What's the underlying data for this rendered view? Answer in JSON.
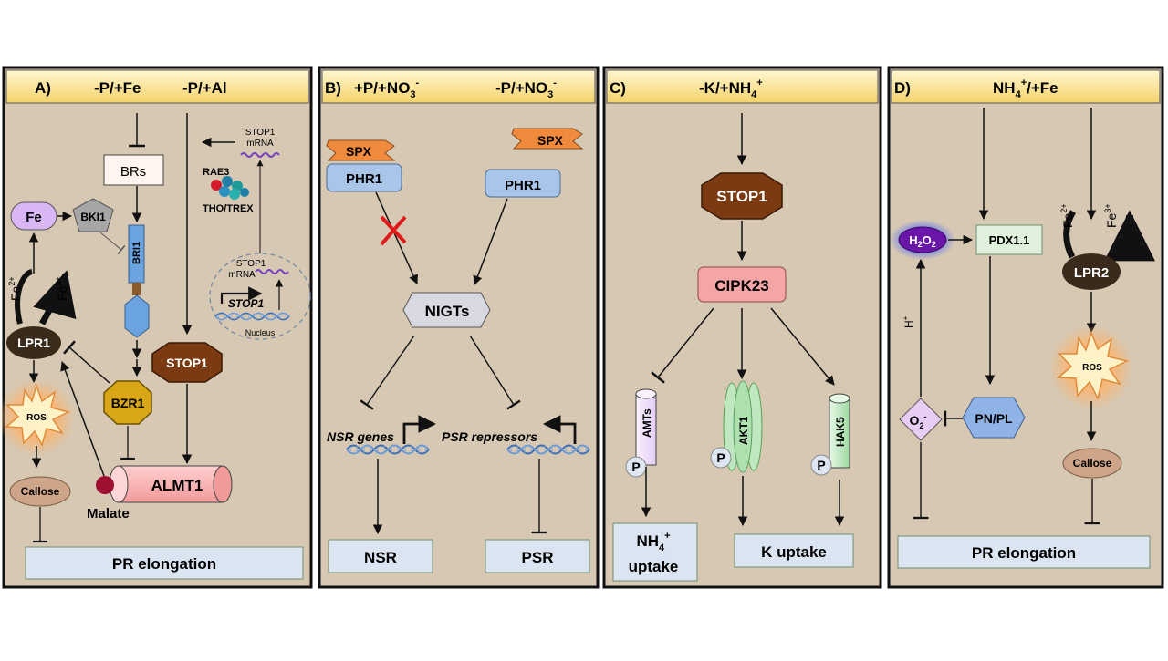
{
  "panel_a": {
    "letter": "A)",
    "cond1": "-P/+Fe",
    "cond2": "-P/+Al",
    "brs": "BRs",
    "fe": "Fe",
    "bki1": "BKI1",
    "bri1": "BRI1",
    "fe2": "Fe",
    "fe2_sup": "2+",
    "fe3": "Fe",
    "fe3_sup": "3+",
    "lpr1": "LPR1",
    "ros": "ROS",
    "callose": "Callose",
    "bzr1": "BZR1",
    "stop1": "STOP1",
    "almt1": "ALMT1",
    "malate": "Malate",
    "stop1_mrna_top_1": "STOP1",
    "stop1_mrna_top_2": "mRNA",
    "rae3": "RAE3",
    "tho_trex": "THO/TREX",
    "nucleus_mrna_1": "STOP1",
    "nucleus_mrna_2": "mRNA",
    "nucleus_gene": "STOP1",
    "nucleus": "Nucleus",
    "pr_elongation": "PR elongation"
  },
  "panel_b": {
    "letter": "B)",
    "cond1_main": "+P/+NO",
    "cond1_sub": "3",
    "cond1_sup": "-",
    "cond2_main": "-P/+NO",
    "cond2_sub": "3",
    "cond2_sup": "-",
    "spx_left": "SPX",
    "phr1_left": "PHR1",
    "spx_right": "SPX",
    "phr1_right": "PHR1",
    "nigts": "NIGTs",
    "nsr_genes": "NSR genes",
    "psr_repressors": "PSR repressors",
    "nsr": "NSR",
    "psr": "PSR"
  },
  "panel_c": {
    "letter": "C)",
    "cond_main": "-K/+NH",
    "cond_sub": "4",
    "cond_sup": "+",
    "stop1": "STOP1",
    "cipk23": "CIPK23",
    "amts": "AMTs",
    "akt1": "AKT1",
    "hak5": "HAK5",
    "p": "P",
    "nh4_uptake_main": "NH",
    "nh4_uptake_sub": "4",
    "nh4_uptake_sup": "+",
    "uptake_word": "uptake",
    "k_uptake": "K uptake"
  },
  "panel_d": {
    "letter": "D)",
    "cond_main": "NH",
    "cond_sub": "4",
    "cond_sup": "+",
    "cond_rest": "/+Fe",
    "h2o2_a": "H",
    "h2o2_sub1": "2",
    "h2o2_b": "O",
    "h2o2_sub2": "2",
    "pdx": "PDX1.1",
    "fe2": "Fe",
    "fe2_sup": "2+",
    "fe3": "Fe",
    "fe3_sup": "3+",
    "lpr2": "LPR2",
    "h_plus": "H",
    "h_plus_sup": "+",
    "ros": "ROS",
    "o2_main": "O",
    "o2_sub": "2",
    "o2_sup": "-",
    "pnpl": "PN/PL",
    "callose": "Callose",
    "pr_elongation": "PR elongation"
  },
  "colors": {
    "panel_bg": "#d6c8b2",
    "header_from": "#fff3c0",
    "header_to": "#f6dd7a",
    "bottom_box": "#dbe5f1",
    "brown": "#7b3a12",
    "dark_brown": "#3a2a1c",
    "pink": "#f5a5a5",
    "blue": "#9dc3e6",
    "purple_light": "#d9b6f4",
    "yellow_gold": "#e3b21a",
    "green_light": "#bfe7c0",
    "orange": "#f08a3c"
  }
}
